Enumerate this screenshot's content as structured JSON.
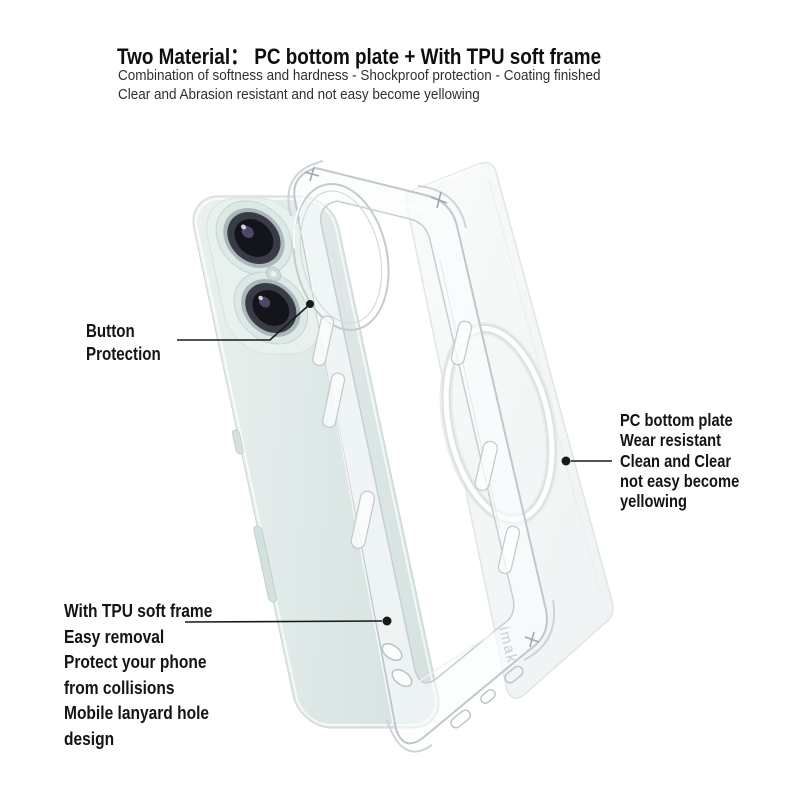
{
  "page": {
    "background_color": "#ffffff"
  },
  "header": {
    "title": "Two Material：  PC bottom plate + With TPU soft frame",
    "subtitle_line1": "Combination of softness and hardness - Shockproof protection - Coating finished",
    "subtitle_line2": "Clear and Abrasion resistant and not easy become yellowing"
  },
  "annotations": {
    "button_protection": {
      "lines": [
        "Button",
        "Protection"
      ]
    },
    "pc_bottom_plate": {
      "lines": [
        "PC bottom plate",
        "Wear resistant",
        "Clean and Clear",
        "not easy become",
        "yellowing"
      ]
    },
    "tpu_soft_frame": {
      "lines": [
        "With TPU soft frame",
        "Easy removal",
        "Protect your phone",
        "from collisions",
        "Mobile lanyard hole",
        "design"
      ]
    }
  },
  "illustration": {
    "brand_watermark": "imak",
    "colors": {
      "phone_body": "#dee9e7",
      "camera_plateau": "#e9f1ef",
      "lens": "#16171c",
      "clear_case_stroke": "#bfc7cb",
      "plate_fill": "#f6f8f8",
      "magsafe_ring": "#dbe2e2",
      "leader_line": "#1a1a1a"
    }
  }
}
